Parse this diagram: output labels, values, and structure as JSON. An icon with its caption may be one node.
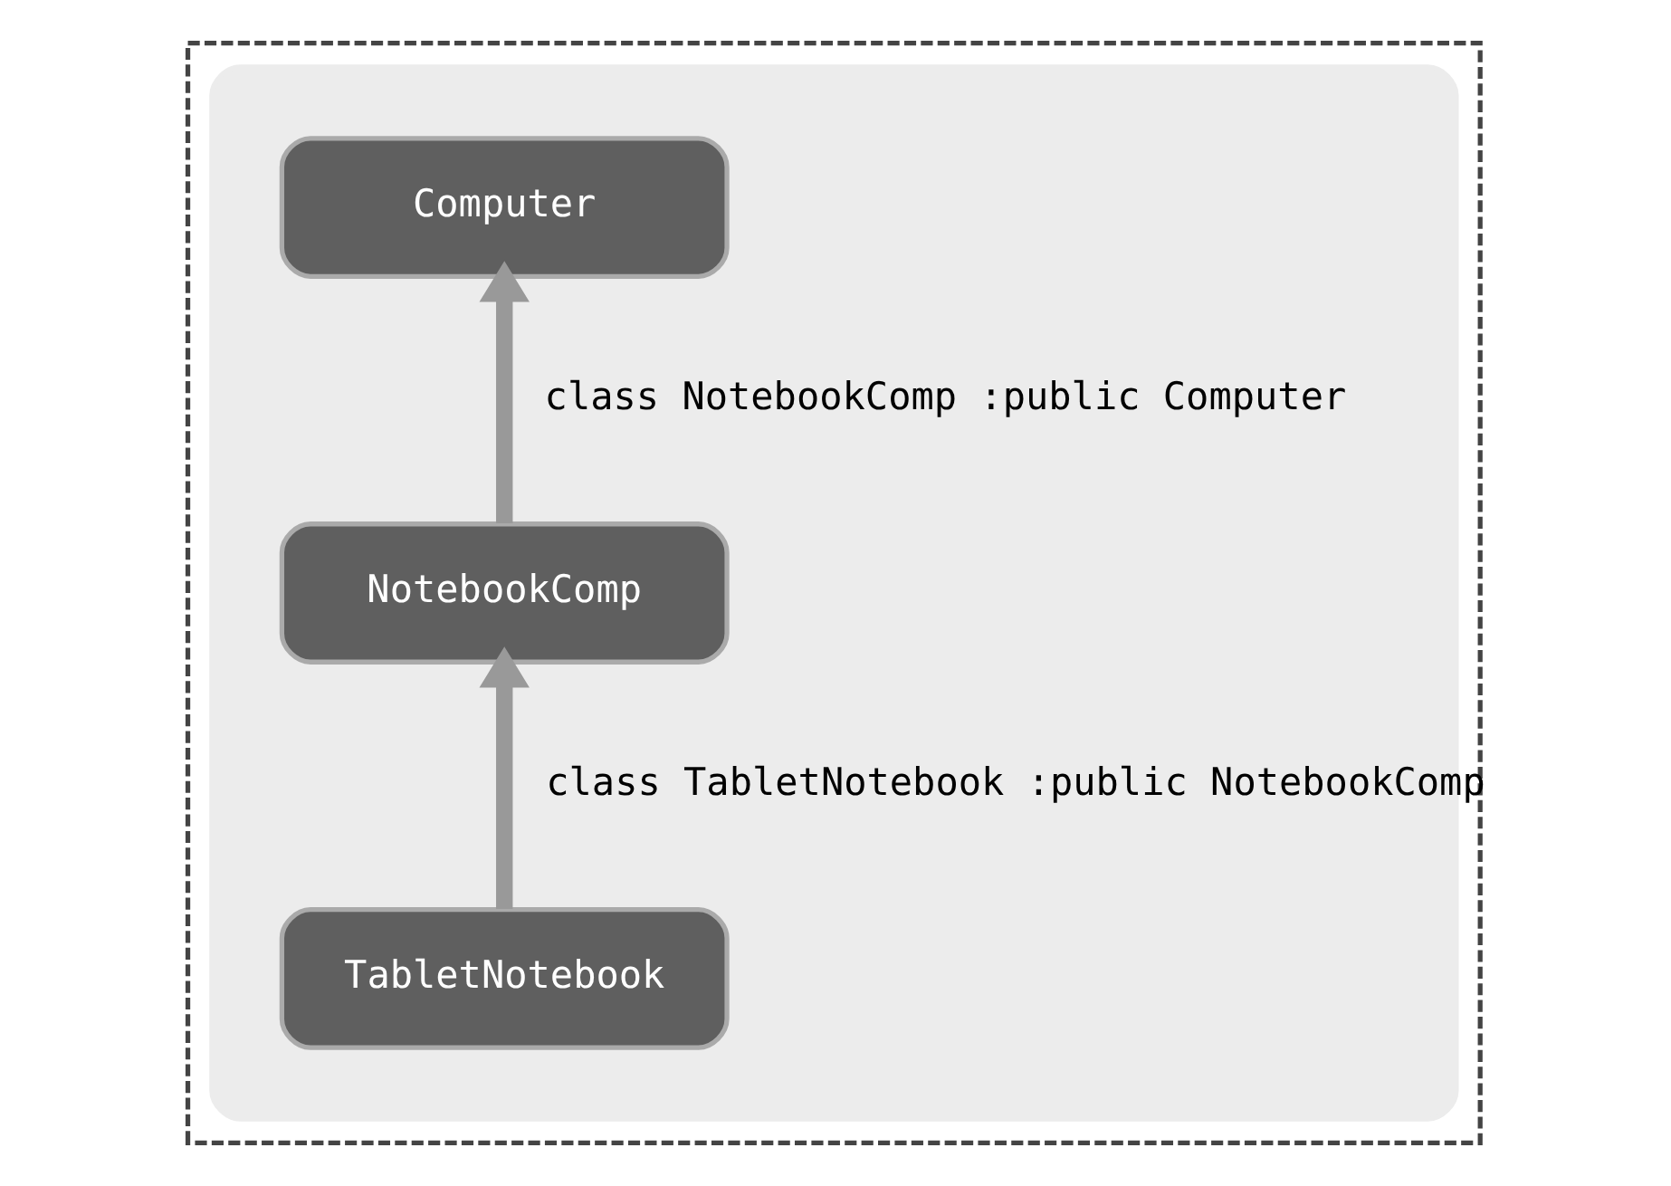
{
  "diagram": {
    "nodes": [
      {
        "text": [],
        "shape": "box"
      },
      {
        "text": [],
        "shape": "box",
        "in": 0
      },
      {
        "text": [
          "Computer"
        ],
        "in": 1
      },
      {
        "text": [
          "NotebookComp"
        ],
        "in": 1
      },
      {
        "text": [
          "TabletNotebook"
        ],
        "in": 1
      }
    ],
    "edges": [
      {
        "from": 3,
        "to": 2,
        "arrow": "to",
        "label": "class NotebookComp :public Computer"
      },
      {
        "from": 4,
        "to": 3,
        "arrow": "to",
        "label": "class TabletNotebook :public NotebookComp"
      }
    ]
  }
}
